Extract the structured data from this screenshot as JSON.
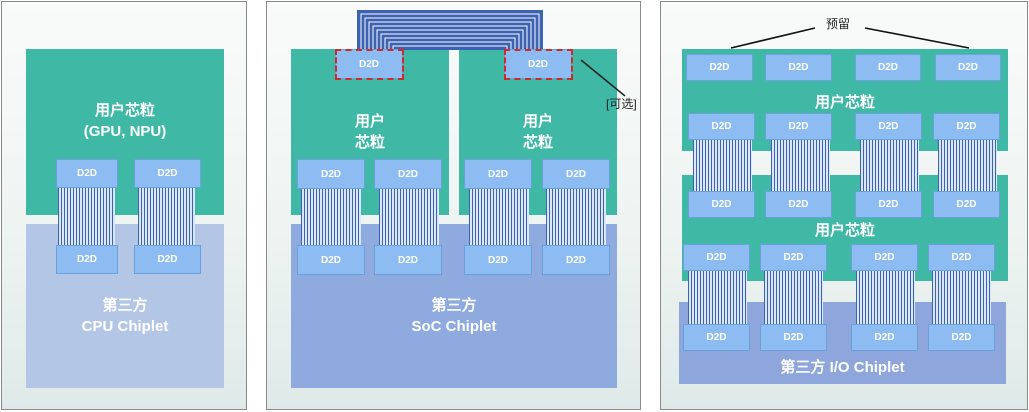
{
  "d2d": "D2D",
  "panel1": {
    "chiplet_line1": "用户芯粒",
    "chiplet_line2": "(GPU, NPU)",
    "base_line1": "第三方",
    "base_line2": "CPU Chiplet"
  },
  "panel2": {
    "chiplet_a_line1": "用户",
    "chiplet_a_line2": "芯粒",
    "chiplet_b_line1": "用户",
    "chiplet_b_line2": "芯粒",
    "optional": "[可选]",
    "base_line1": "第三方",
    "base_line2": "SoC Chiplet"
  },
  "panel3": {
    "reserved": "预留",
    "chiplet_top": "用户芯粒",
    "chiplet_bottom": "用户芯粒",
    "base": "第三方 I/O Chiplet"
  },
  "colors": {
    "chiplet": "#3fb8a6",
    "d2d": "#8cbcf2",
    "wire": "#3c62b2",
    "optional_border": "#cc2b2b"
  }
}
